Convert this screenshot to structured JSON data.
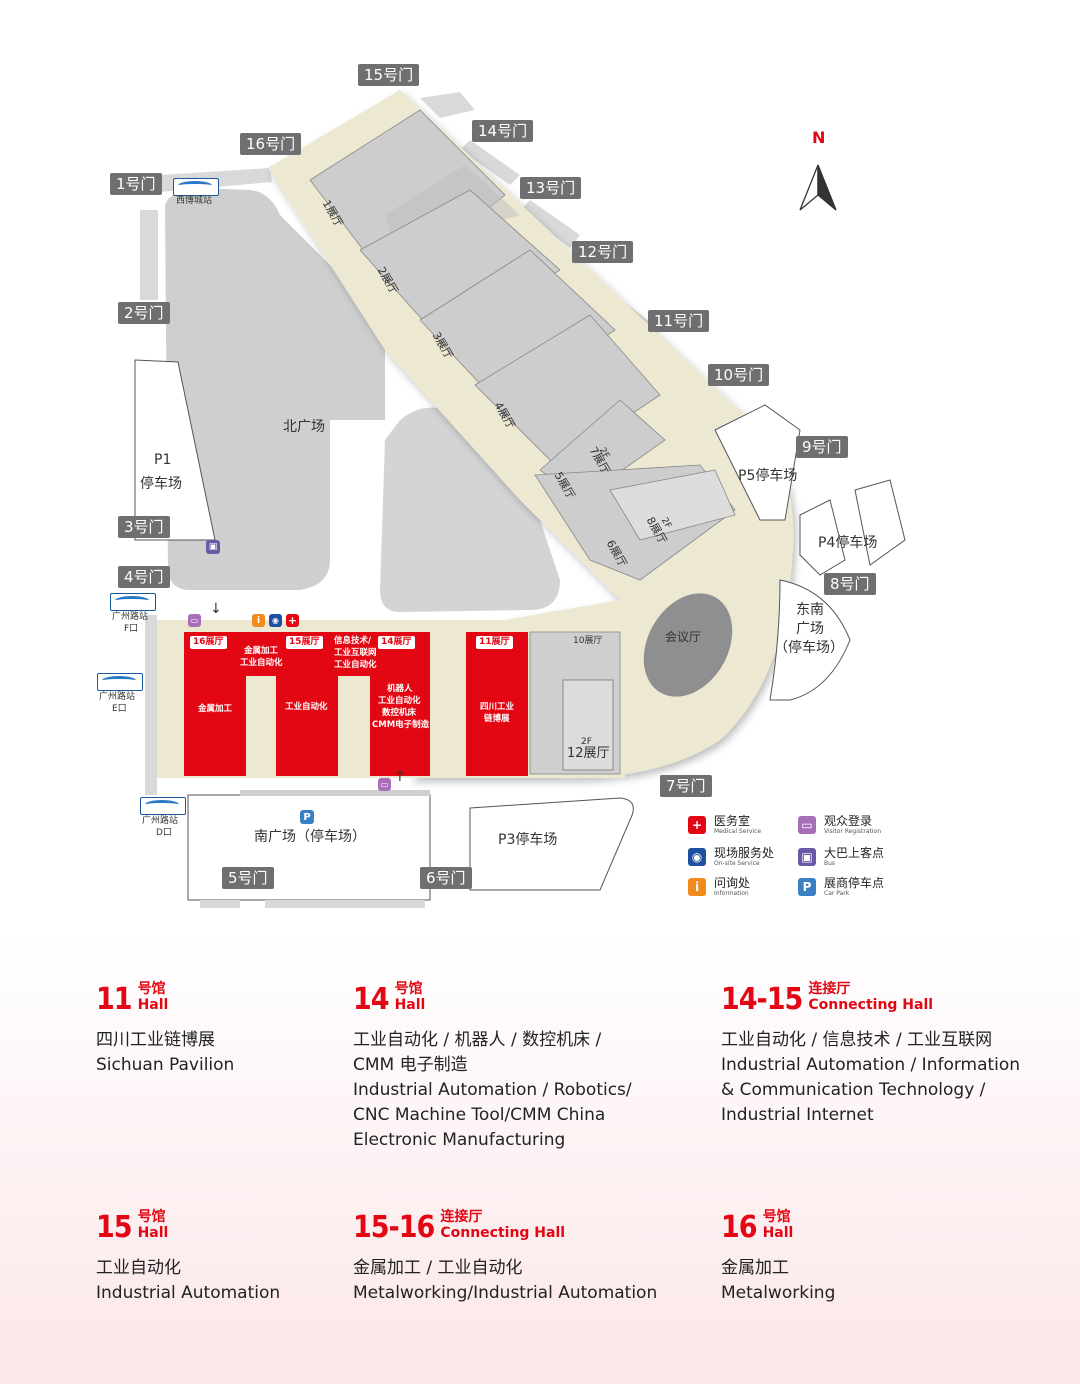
{
  "compass": {
    "north": "N"
  },
  "gates": {
    "g1": "1号门",
    "g2": "2号门",
    "g3": "3号门",
    "g4": "4号门",
    "g5": "5号门",
    "g6": "6号门",
    "g7": "7号门",
    "g8": "8号门",
    "g9": "9号门",
    "g10": "10号门",
    "g11": "11号门",
    "g12": "12号门",
    "g13": "13号门",
    "g14": "14号门",
    "g15": "15号门",
    "g16": "16号门"
  },
  "areas": {
    "north_plaza": "北广场",
    "p1": "P1",
    "p1_sub": "停车场",
    "p5": "P5停车场",
    "p4": "P4停车场",
    "p3": "P3停车场",
    "south_plaza": "南广场（停车场）",
    "se_plaza_1": "东南",
    "se_plaza_2": "广场",
    "se_plaza_3": "（停车场）",
    "meeting": "会议厅"
  },
  "metro": {
    "xibo": "西博城站",
    "f_1": "广州路站",
    "f_2": "F口",
    "e_1": "广州路站",
    "e_2": "E口",
    "d_1": "广州路站",
    "d_2": "D口"
  },
  "halls": {
    "h1": "1展厅",
    "h2": "2展厅",
    "h3": "3展厅",
    "h4": "4展厅",
    "h5": "5展厅",
    "h6": "6展厅",
    "h7_fl": "2F",
    "h7": "7展厅",
    "h8_fl": "2F",
    "h8": "8展厅",
    "h10": "10展厅",
    "h12_fl": "2F",
    "h12": "12展厅",
    "h16": "16展厅",
    "h15": "15展厅",
    "h14": "14展厅",
    "h11": "11展厅",
    "c1516_1": "金属加工",
    "c1516_2": "工业自动化",
    "c1415_1": "信息技术/",
    "c1415_2": "工业互联网",
    "c1415_3": "工业自动化",
    "h16_body": "金属加工",
    "h15_body": "工业自动化",
    "h14_body_1": "机器人",
    "h14_body_2": "工业自动化",
    "h14_body_3": "数控机床",
    "h14_body_4": "CMM电子制造",
    "h11_body_1": "四川工业",
    "h11_body_2": "链博展"
  },
  "legend": [
    {
      "cn": "医务室",
      "en": "Medical Service",
      "icon": "+",
      "color": "#e30613",
      "name": "medical-icon"
    },
    {
      "cn": "观众登录",
      "en": "Visitor Registration",
      "icon": "▭",
      "color": "#a86fb8",
      "name": "registration-icon"
    },
    {
      "cn": "现场服务处",
      "en": "On-site Service",
      "icon": "◉",
      "color": "#1f4fa0",
      "name": "service-icon"
    },
    {
      "cn": "大巴上客点",
      "en": "Bus",
      "icon": "▣",
      "color": "#6a5aa6",
      "name": "bus-icon"
    },
    {
      "cn": "问询处",
      "en": "Information",
      "icon": "i",
      "color": "#f08a1d",
      "name": "info-icon"
    },
    {
      "cn": "展商停车点",
      "en": "Car Park",
      "icon": "P",
      "color": "#3b7fc4",
      "name": "parking-icon"
    }
  ],
  "cards": [
    {
      "num": "11",
      "tag_cn": "号馆",
      "tag_en": "Hall",
      "lines": [
        "四川工业链博展",
        "Sichuan Pavilion"
      ]
    },
    {
      "num": "14",
      "tag_cn": "号馆",
      "tag_en": "Hall",
      "lines": [
        "工业自动化 / 机器人 / 数控机床 /",
        "CMM 电子制造",
        "Industrial Automation / Robotics/",
        "CNC Machine Tool/CMM China",
        "Electronic Manufacturing"
      ]
    },
    {
      "num": "14-15",
      "tag_cn": "连接厅",
      "tag_en": "Connecting Hall",
      "lines": [
        "工业自动化 / 信息技术 / 工业互联网",
        "Industrial Automation / Information",
        "& Communication Technology /",
        "Industrial Internet"
      ]
    },
    {
      "num": "15",
      "tag_cn": "号馆",
      "tag_en": "Hall",
      "lines": [
        "工业自动化",
        "Industrial Automation"
      ]
    },
    {
      "num": "15-16",
      "tag_cn": "连接厅",
      "tag_en": "Connecting Hall",
      "lines": [
        "金属加工 / 工业自动化",
        "Metalworking/Industrial Automation"
      ]
    },
    {
      "num": "16",
      "tag_cn": "号馆",
      "tag_en": "Hall",
      "lines": [
        "金属加工",
        "Metalworking"
      ]
    }
  ]
}
